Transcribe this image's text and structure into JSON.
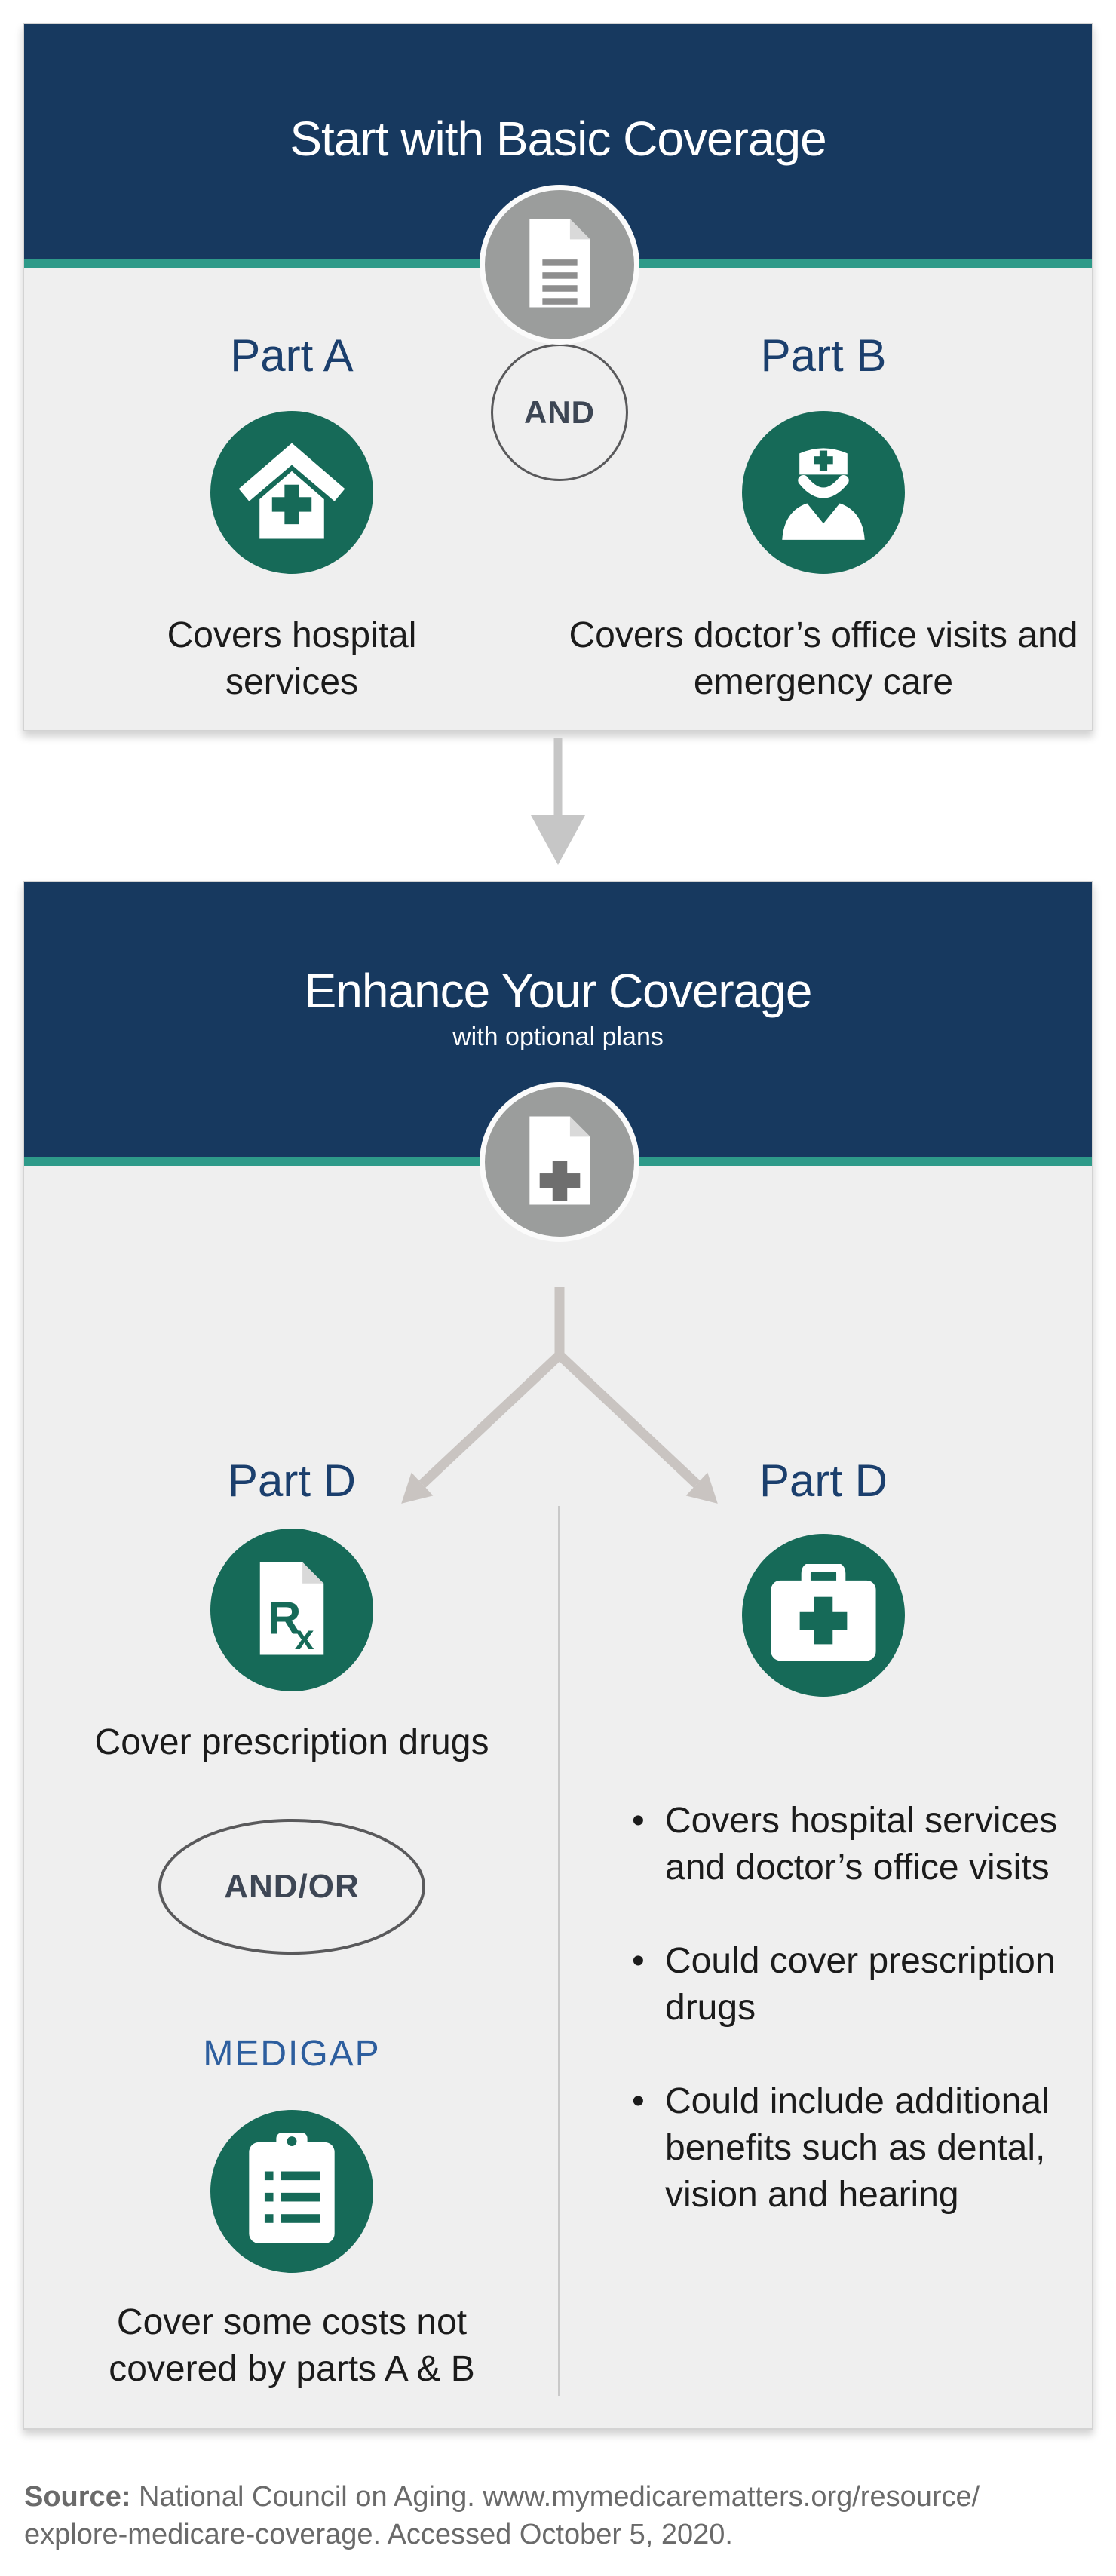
{
  "colors": {
    "navy": "#17395f",
    "teal": "#2e9a89",
    "green": "#166a58",
    "circle_gray": "#9b9d9c",
    "panel_bg": "#efefef",
    "label_navy": "#1b3f6d",
    "medigap_blue": "#2d5e9e",
    "text": "#1b1b1b",
    "muted": "#6a6a6a",
    "arrow": "#c6c2c0",
    "connector_text": "#3d4654"
  },
  "panel1": {
    "title": "Start with Basic Coverage",
    "header_icon": "document-icon",
    "connector": "AND",
    "part_a": {
      "label": "Part A",
      "icon": "hospital-house-icon",
      "description": "Covers hospital services"
    },
    "part_b": {
      "label": "Part B",
      "icon": "doctor-icon",
      "description": "Covers doctor’s office visits and emergency care"
    }
  },
  "flow": {
    "down_arrow_icon": "down-arrow-icon",
    "branch_icon": "branch-arrows-icon"
  },
  "panel2": {
    "title": "Enhance Your Coverage",
    "subtitle": "with optional plans",
    "header_icon": "document-plus-icon",
    "left": {
      "label": "Part D",
      "icon": "prescription-rx-icon",
      "description": "Cover prescription drugs",
      "connector": "AND/OR",
      "medigap": {
        "label": "MEDIGAP",
        "icon": "clipboard-checklist-icon",
        "description": "Cover some costs not covered by parts A & B"
      }
    },
    "right": {
      "label": "Part D",
      "icon": "first-aid-kit-icon",
      "bullets": [
        "Covers hospital services and doctor’s office visits",
        "Could cover prescription drugs",
        "Could include additional benefits such as dental, vision and hearing"
      ]
    }
  },
  "footer": {
    "source_label": "Source:",
    "source_line1": " National Council on Aging. www.mymedicarematters.org/resource/",
    "source_line2": "explore-medicare-coverage. Accessed October 5, 2020."
  }
}
